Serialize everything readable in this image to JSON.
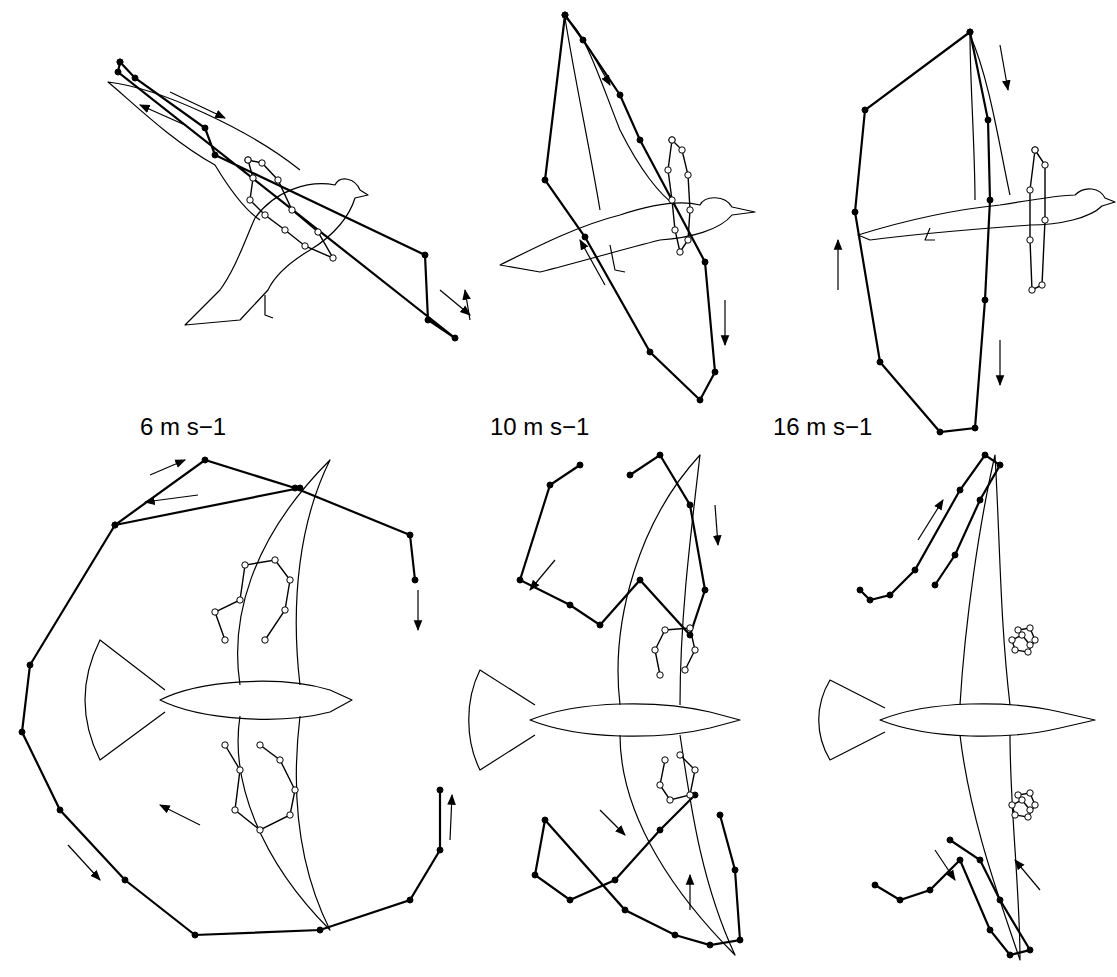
{
  "diagram": {
    "labels": [
      "6 m s−1",
      "10 m s−1",
      "16 m s−1"
    ]
  }
}
